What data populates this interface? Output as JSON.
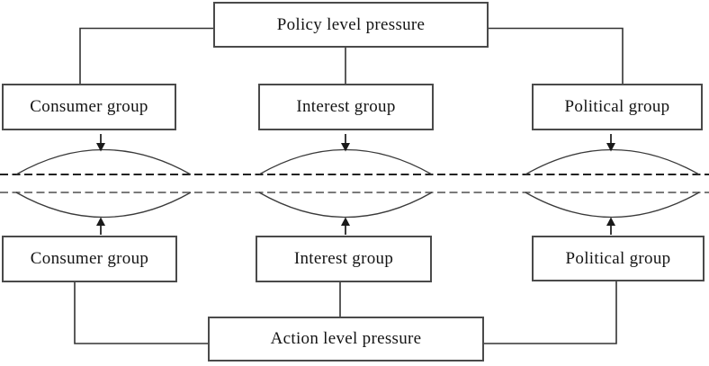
{
  "boxes": {
    "policy": "Policy level pressure",
    "consumer_top": "Consumer group",
    "interest_top": "Interest group",
    "political_top": "Political group",
    "consumer_bottom": "Consumer group",
    "interest_bottom": "Interest group",
    "political_bottom": "Political group",
    "action": "Action level pressure"
  },
  "colors": {
    "background": "#ffffff",
    "box_border": "#4a4a4a",
    "box_text": "#141414",
    "connector_line": "#333333",
    "dashed_line_upper": "#222222",
    "dashed_line_lower": "#7a7a7a",
    "arrow": "#1a1a1a"
  }
}
